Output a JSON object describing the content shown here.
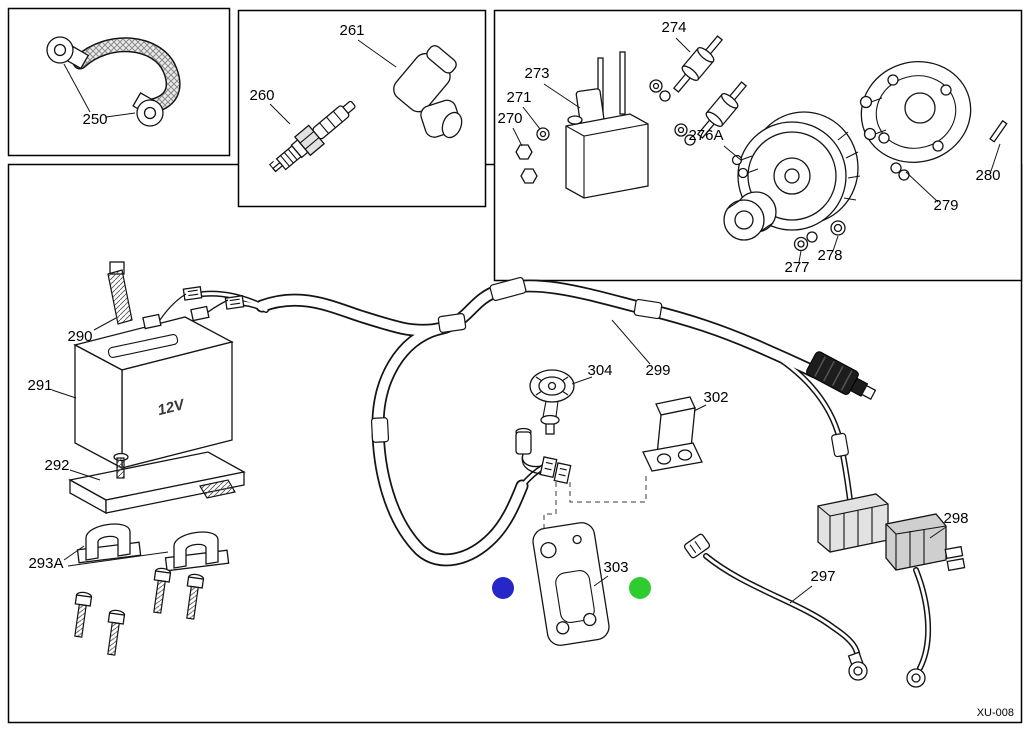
{
  "drawing": {
    "code": "XU-008",
    "battery_label": "12V"
  },
  "parts": {
    "p250": "250",
    "p260": "260",
    "p261": "261",
    "p270": "270",
    "p271": "271",
    "p273": "273",
    "p274": "274",
    "p276A": "276A",
    "p277": "277",
    "p278": "278",
    "p279": "279",
    "p280": "280",
    "p290": "290",
    "p291": "291",
    "p292": "292",
    "p293A": "293A",
    "p297": "297",
    "p298": "298",
    "p299": "299",
    "p302": "302",
    "p303": "303",
    "p304": "304"
  },
  "markers": {
    "blue_dot_color": "#2626c9",
    "green_dot_color": "#2ecc2e"
  }
}
